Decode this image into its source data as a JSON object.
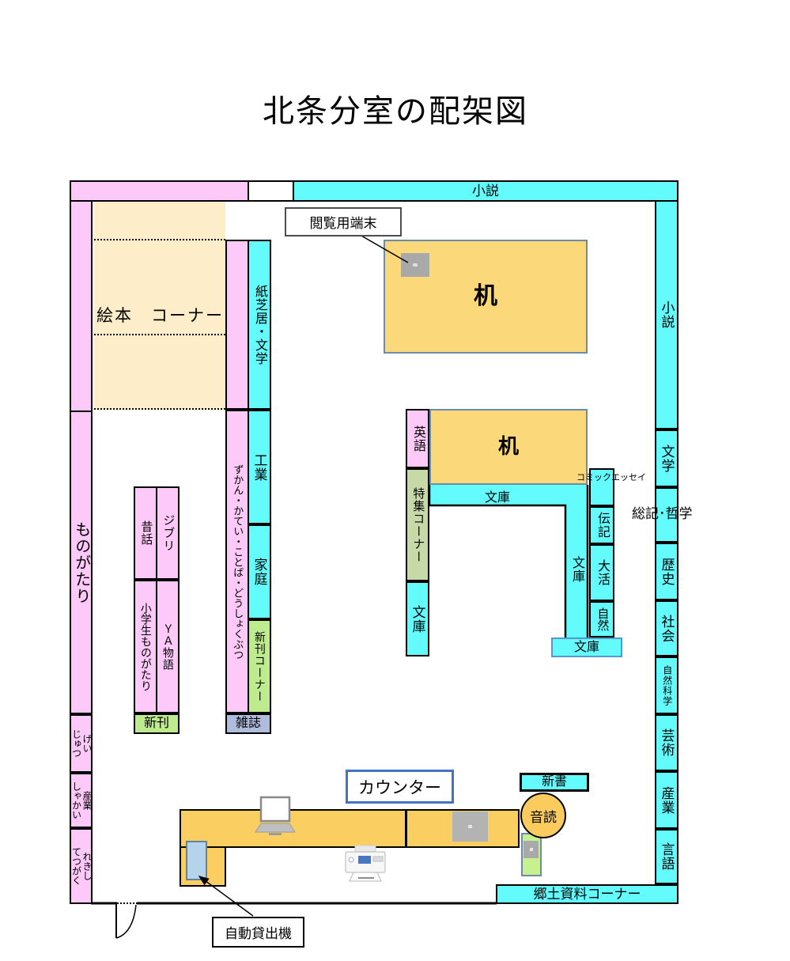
{
  "title": "北条分室の配架図",
  "walls": {
    "top_novel": "小説",
    "right": [
      "小説",
      "文学",
      "総記･哲学",
      "歴史",
      "社会",
      "自然科学",
      "芸術",
      "産業",
      "言語"
    ],
    "left": {
      "monogatari": "ものがたり",
      "geijutsu": "げい\nじゅつ",
      "sangyo_shakai": "産業\nしゃかい",
      "rekishi_tetsugaku": "れきし\nてつがく"
    },
    "kyodo": "郷土資料コーナー"
  },
  "picture_book_corner": {
    "label": "絵本　コーナー"
  },
  "shelves": {
    "zukan_strip": "ずかん・かてい・ことば・どうしょくぶつ",
    "kamishibai": "紙芝居・文学",
    "kogyo": "工業",
    "katei": "家庭",
    "shinkan_corner": "新刊コーナー",
    "zasshi": "雑誌",
    "shinkan": "新刊",
    "mukashibanashi": "昔話",
    "ghibli": "ジブリ",
    "shogakusei": "小学生ものがたり",
    "ya_monogatari": "ＹＡ物語",
    "eigo": "英語",
    "tokushu_corner": "特集コーナー",
    "bunko_left": "文庫",
    "bunko_horizontal": "文庫",
    "bunko_vertical": "文庫",
    "bunko_box": "文庫",
    "comic_essay": "コミックエッセイ",
    "denki": "伝記",
    "daikatsu": "大活",
    "shizen": "自然",
    "shinsho": "新書"
  },
  "furniture": {
    "desk1": "机",
    "desk2": "机",
    "counter": "カウンター",
    "ondoku": "音読"
  },
  "callouts": {
    "terminal": "閲覧用端末",
    "checkout": "自動貸出機"
  },
  "colors": {
    "pink": "#fdc9f9",
    "cyan": "#63fbfb",
    "cream": "#fdeec9",
    "green": "#bdeb8e",
    "sage": "#c7d9a6",
    "lavender": "#afbcdc",
    "desk_orange": "#fbd87a",
    "counter_orange": "#fbce62",
    "desk_border": "#6b8cab",
    "counter_label_border": "#4472c4",
    "checkout_blue": "#b5d3ea"
  }
}
